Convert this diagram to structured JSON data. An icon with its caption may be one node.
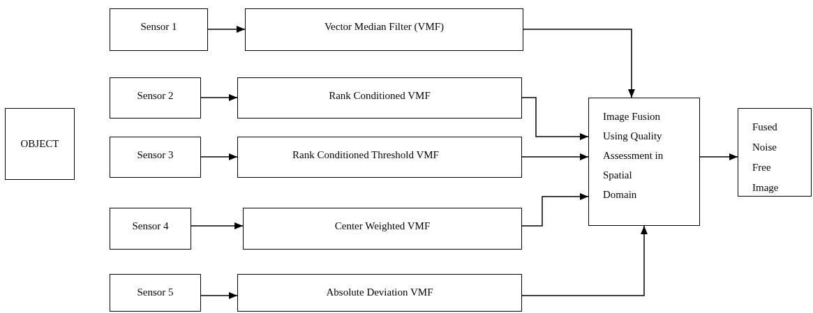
{
  "diagram": {
    "nodes": [
      {
        "text": [
          "OBJECT"
        ]
      },
      {
        "text": [
          "Sensor 1"
        ]
      },
      {
        "text": [
          "Vector Median Filter (VMF)"
        ]
      },
      {
        "text": [
          "Sensor 2"
        ]
      },
      {
        "text": [
          "Rank Conditioned VMF"
        ]
      },
      {
        "text": [
          "Sensor 3"
        ]
      },
      {
        "text": [
          "Rank Conditioned Threshold VMF"
        ]
      },
      {
        "text": [
          "Sensor 4"
        ]
      },
      {
        "text": [
          "Center Weighted VMF"
        ]
      },
      {
        "text": [
          "Sensor 5"
        ]
      },
      {
        "text": [
          "Absolute Deviation VMF"
        ]
      },
      {
        "text": [
          "Image Fusion Using Quality Assessment in Spatial Domain"
        ]
      },
      {
        "text": [
          "Fused Noise Free Image"
        ]
      }
    ],
    "edges": [
      {
        "from": 1,
        "to": 2,
        "arrow": "to"
      },
      {
        "from": 3,
        "to": 4,
        "arrow": "to"
      },
      {
        "from": 5,
        "to": 6,
        "arrow": "to"
      },
      {
        "from": 7,
        "to": 8,
        "arrow": "to"
      },
      {
        "from": 9,
        "to": 10,
        "arrow": "to"
      },
      {
        "from": 2,
        "to": 11,
        "arrow": "to"
      },
      {
        "from": 4,
        "to": 11,
        "arrow": "to"
      },
      {
        "from": 6,
        "to": 11,
        "arrow": "to"
      },
      {
        "from": 8,
        "to": 11,
        "arrow": "to"
      },
      {
        "from": 10,
        "to": 11,
        "arrow": "to"
      },
      {
        "from": 11,
        "to": 12,
        "arrow": "to"
      }
    ]
  }
}
